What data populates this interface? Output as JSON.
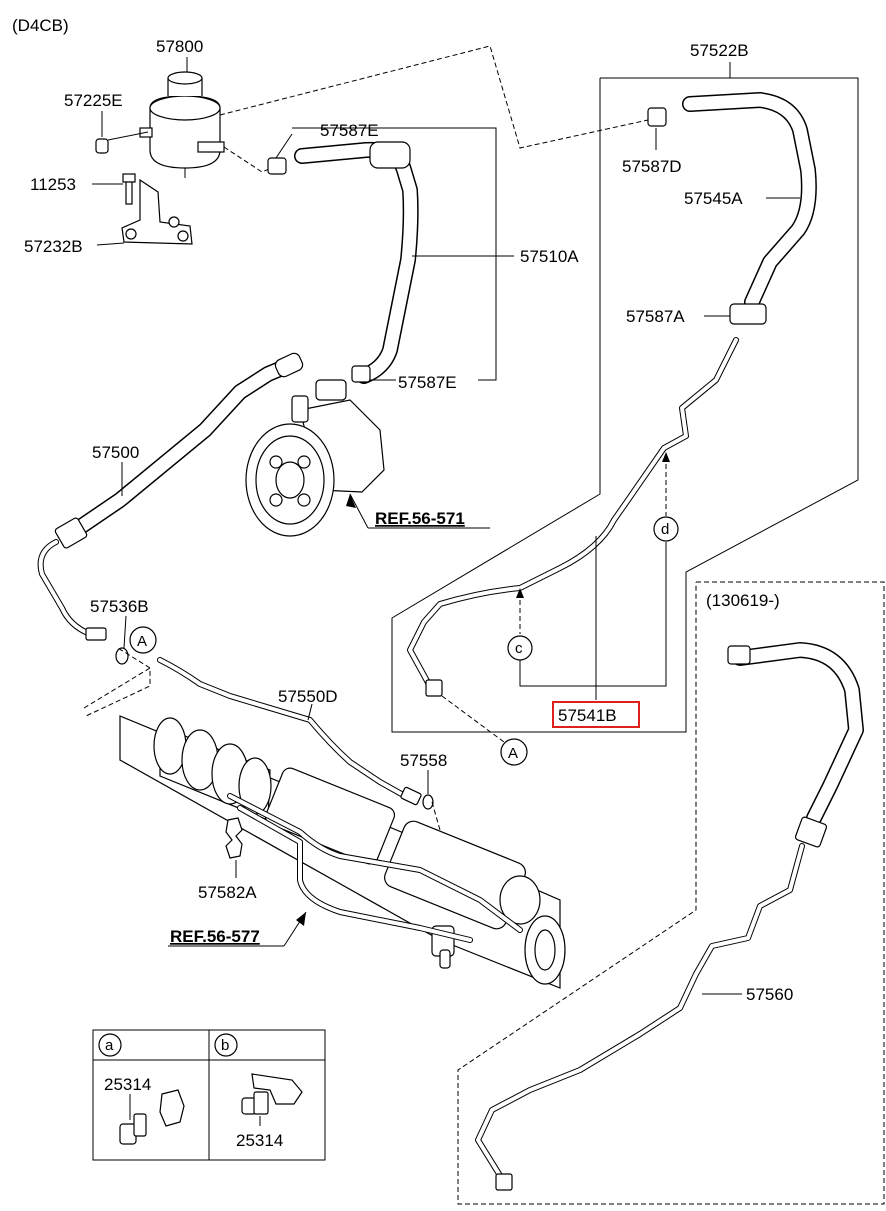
{
  "engine_code": "(D4CB)",
  "parts": {
    "p57800": "57800",
    "p57225E": "57225E",
    "p11253": "11253",
    "p57232B": "57232B",
    "p57587E_top": "57587E",
    "p57510A": "57510A",
    "p57587E_bottom": "57587E",
    "p57522B": "57522B",
    "p57587D": "57587D",
    "p57545A": "57545A",
    "p57587A": "57587A",
    "p57500": "57500",
    "p57536B": "57536B",
    "p57550D": "57550D",
    "p57558": "57558",
    "p57582A": "57582A",
    "p57541B": "57541B",
    "p57560": "57560"
  },
  "references": {
    "ref_pump": "REF.56-571",
    "ref_gear": "REF.56-577"
  },
  "date_note": "(130619-)",
  "markers": {
    "a_upper": "A",
    "a_lower": "A",
    "c": "c",
    "d": "d"
  },
  "legend": {
    "col_a": {
      "letter": "a",
      "part": "25314"
    },
    "col_b": {
      "letter": "b",
      "part": "25314"
    }
  },
  "colors": {
    "highlight": "#e0201b",
    "line": "#000000"
  }
}
